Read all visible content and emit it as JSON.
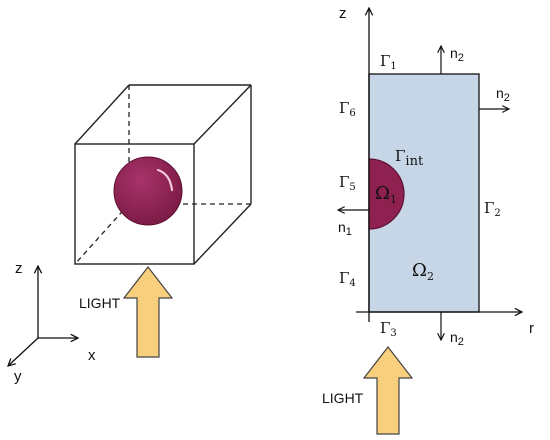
{
  "left_figure": {
    "axes": {
      "z": "z",
      "y": "y",
      "x": "x"
    },
    "light_label": "LIGHT",
    "sphere_color": "#8e2150",
    "arrow_color": "#f7cf7d"
  },
  "right_figure": {
    "axes": {
      "z": "z",
      "r": "r"
    },
    "domain_fill": "#c7d6e6",
    "omega1_color": "#8e2150",
    "boundaries": {
      "g1": {
        "base": "Γ",
        "sub": "1"
      },
      "g2": {
        "base": "Γ",
        "sub": "2"
      },
      "g3": {
        "base": "Γ",
        "sub": "3"
      },
      "g4": {
        "base": "Γ",
        "sub": "4"
      },
      "g5": {
        "base": "Γ",
        "sub": "5"
      },
      "g6": {
        "base": "Γ",
        "sub": "6"
      },
      "gint": {
        "base": "Γ",
        "sub": "int"
      }
    },
    "regions": {
      "omega1": {
        "base": "Ω",
        "sub": "1"
      },
      "omega2": {
        "base": "Ω",
        "sub": "2"
      }
    },
    "normals": {
      "n_top": {
        "base": "n",
        "sub": "2"
      },
      "n_right": {
        "base": "n",
        "sub": "2"
      },
      "n_bottom": {
        "base": "n",
        "sub": "2"
      },
      "n_left": {
        "base": "n",
        "sub": "1"
      }
    },
    "light_label": "LIGHT"
  }
}
